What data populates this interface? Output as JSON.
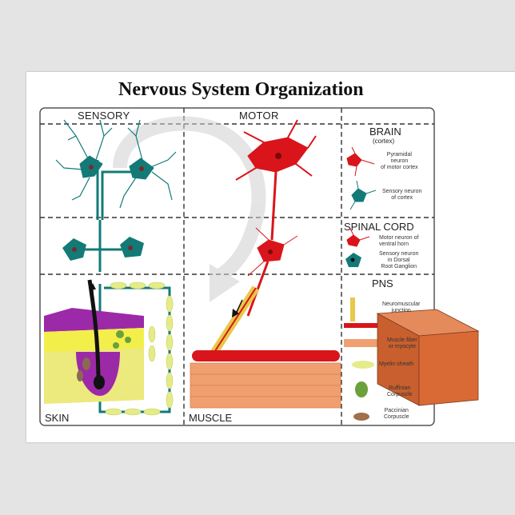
{
  "title": "Nervous System Organization",
  "columns": [
    "SENSORY",
    "MOTOR"
  ],
  "region_labels": {
    "brain": "BRAIN",
    "brain_sub": "(cortex)",
    "spinal": "SPINAL CORD",
    "pns": "PNS",
    "skin": "SKIN",
    "muscle": "MUSCLE"
  },
  "legend": {
    "pyramidal": "Pyramidal\nneuron\nof motor cortex",
    "sensory_cortex": "Sensory neuron\nof cortex",
    "motor_ventral": "Motor neuron of\nventral horn",
    "sensory_drg": "Sensory neuron\nin Dorsal\nRoot Ganglion",
    "nmj": "Neuromuscular\njunction",
    "muscle_fiber": "Muscle fiber\nor myocyte",
    "myelin": "Myelin sheath",
    "ruffinian": "Ruffinian\nCorpuscle",
    "paccinian": "Paccinian\nCorpuscle"
  },
  "colors": {
    "sensory_neuron": "#137a78",
    "motor_neuron": "#d9151b",
    "myelin": "#e4ec8a",
    "muscle": "#f0a070",
    "skin_purple": "#9c2aa8",
    "skin_yellow": "#f3ef4a",
    "box": "#d96a36"
  }
}
